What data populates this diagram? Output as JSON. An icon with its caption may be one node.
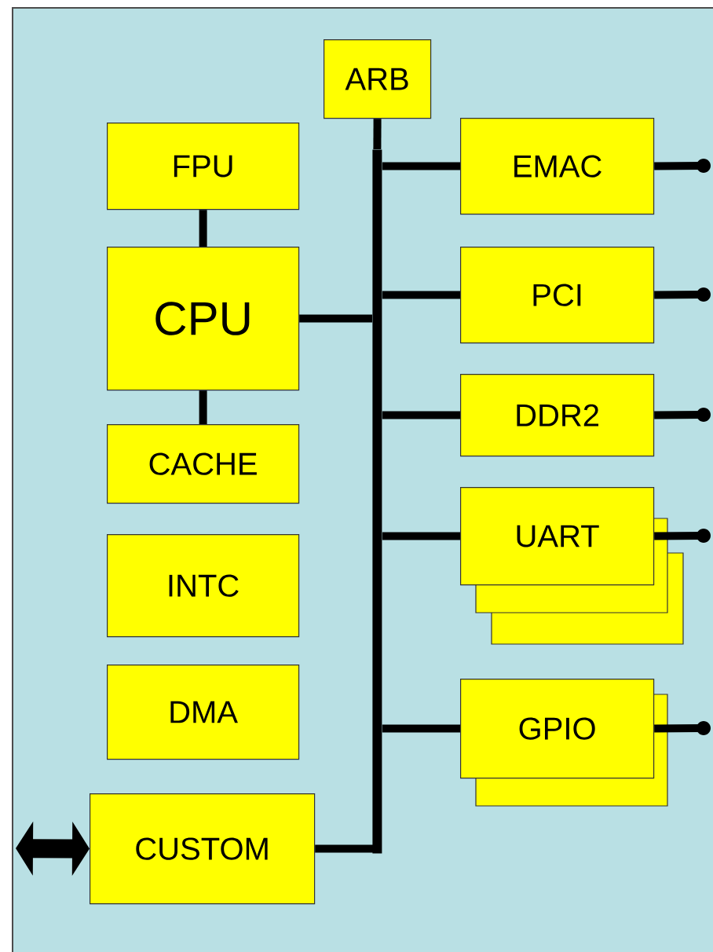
{
  "diagram": {
    "nodes": [
      {
        "text": [
          "ARB"
        ]
      },
      {
        "text": [
          "FPU"
        ]
      },
      {
        "text": [
          "CPU"
        ]
      },
      {
        "text": [
          "CACHE"
        ]
      },
      {
        "text": [
          "INTC"
        ]
      },
      {
        "text": [
          "DMA"
        ]
      },
      {
        "text": [
          "CUSTOM"
        ]
      },
      {
        "text": [],
        "shape": "bar"
      },
      {
        "text": [
          "EMAC"
        ]
      },
      {
        "text": [
          "PCI"
        ]
      },
      {
        "text": [
          "DDR2"
        ]
      },
      {
        "text": [
          "UART"
        ]
      },
      {
        "text": [
          "GPIO"
        ]
      }
    ],
    "edges": [
      {
        "from": 0,
        "to": 7,
        "arrow": "none"
      },
      {
        "from": 1,
        "to": 2,
        "arrow": "none"
      },
      {
        "from": 2,
        "to": 3,
        "arrow": "none"
      },
      {
        "from": 2,
        "to": 7,
        "arrow": "none"
      },
      {
        "from": 7,
        "to": 8,
        "arrow": "none"
      },
      {
        "from": 7,
        "to": 9,
        "arrow": "none"
      },
      {
        "from": 7,
        "to": 10,
        "arrow": "none"
      },
      {
        "from": 7,
        "to": 11,
        "arrow": "none"
      },
      {
        "from": 7,
        "to": 12,
        "arrow": "none"
      },
      {
        "from": 7,
        "to": 6,
        "arrow": "none"
      },
      {
        "from": 8,
        "to": null,
        "arrow": "other"
      },
      {
        "from": 9,
        "to": null,
        "arrow": "other"
      },
      {
        "from": 10,
        "to": null,
        "arrow": "other"
      },
      {
        "from": 11,
        "to": null,
        "arrow": "other"
      },
      {
        "from": 12,
        "to": null,
        "arrow": "other"
      },
      {
        "from": null,
        "to": 6,
        "arrow": "both",
        "style": "thick"
      }
    ]
  }
}
